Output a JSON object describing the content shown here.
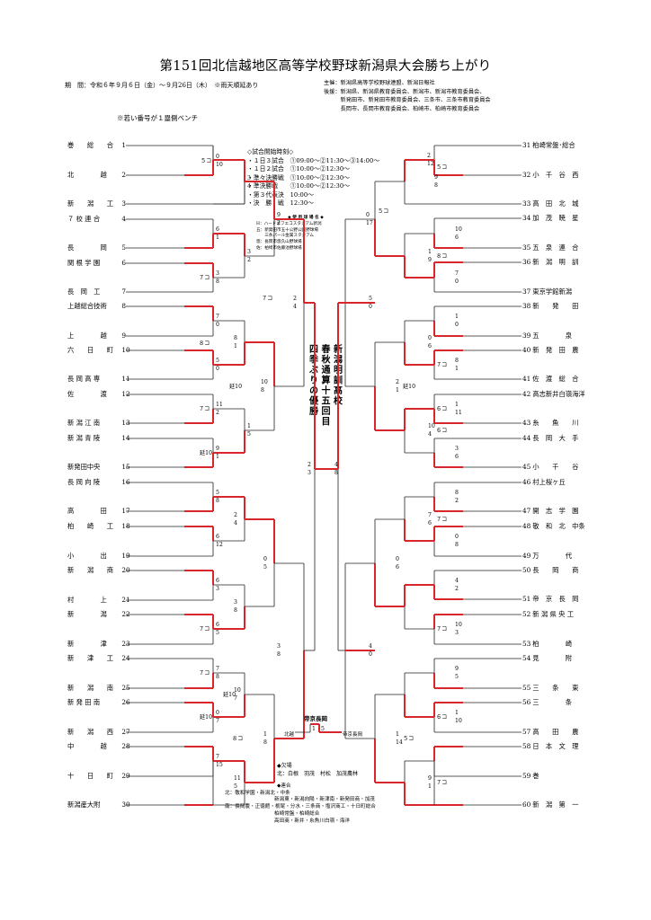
{
  "title": "第151回北信越地区高等学校野球新潟県大会勝ち上がり",
  "period": "期　間：令和６年９月６日（金）～９月26日（木）　※雨天順延あり",
  "organizers": {
    "host": "主催：新潟県高等学校野球連盟、新潟日報社",
    "support_lines": [
      "後援：新潟県、新潟県教育委員会、新潟市、新潟市教育委員会、",
      "　　　新発田市、新発田市教育委員会、三条市、三条市教育委員会",
      "　　　長岡市、長岡市教育委員会、柏崎市、柏崎市教育委員会"
    ]
  },
  "bench_note": "※若い番号が１塁側ベンチ",
  "schedule": {
    "heading": "◇試合開始時刻◇",
    "lines": [
      "・１日３試合　①09:00～②11:30～③14:00～",
      "・１日２試合　①10:00～②12:30～",
      "・準々決勝戦　①10:00～②12:30～",
      "・準決勝戦　　①10:00～②12:30～",
      "・第３代表決　10:00～",
      "・決　勝　戦　12:30～"
    ]
  },
  "venues": {
    "heading": "◆ 使 用 球 場 名 ◆",
    "lines": [
      "H：ハードオフエコスタジアム新潟",
      "五：新発田市五十公野公園野球場",
      "　　三条パール金属スタジアム",
      "悠：長岡市悠久山野球場",
      "佐：柏崎市佐藤池野球場"
    ]
  },
  "champion_text": [
    "新潟明訓高校",
    "春秋通算十五回目",
    "四季ぶりの優勝"
  ],
  "left_teams": [
    {
      "no": "1",
      "name": "巻　　総　　合"
    },
    {
      "no": "2",
      "name": "北　　　　越"
    },
    {
      "no": "3",
      "name": "新　　潟　　工"
    },
    {
      "no": "4",
      "name": "７ 校 連 合"
    },
    {
      "no": "5",
      "name": "長　　　　岡"
    },
    {
      "no": "6",
      "name": "関 根 学 園"
    },
    {
      "no": "7",
      "name": "長　岡　工"
    },
    {
      "no": "8",
      "name": "上越総合技術"
    },
    {
      "no": "9",
      "name": "上　　　　越"
    },
    {
      "no": "10",
      "name": "六　　日　　町"
    },
    {
      "no": "11",
      "name": "長 岡 高 専"
    },
    {
      "no": "12",
      "name": "佐　　　　渡"
    },
    {
      "no": "13",
      "name": "新 潟 江 南"
    },
    {
      "no": "14",
      "name": "新 潟 青 陵"
    },
    {
      "no": "15",
      "name": "新発田中央"
    },
    {
      "no": "16",
      "name": "長 岡 向 陵"
    },
    {
      "no": "17",
      "name": "高　　　　田"
    },
    {
      "no": "18",
      "name": "柏　　崎　　工"
    },
    {
      "no": "19",
      "name": "小　　　　出"
    },
    {
      "no": "20",
      "name": "新　　潟　　商"
    },
    {
      "no": "21",
      "name": "村　　　　上"
    },
    {
      "no": "22",
      "name": "新　　　　潟"
    },
    {
      "no": "23",
      "name": "新　　　　津"
    },
    {
      "no": "24",
      "name": "新　　津　　工"
    },
    {
      "no": "25",
      "name": "新　　潟　　南"
    },
    {
      "no": "26",
      "name": "新 発 田 南"
    },
    {
      "no": "27",
      "name": "新　　潟　　西"
    },
    {
      "no": "28",
      "name": "中　　　　越"
    },
    {
      "no": "29",
      "name": "十　　日　　町"
    },
    {
      "no": "30",
      "name": "新潟産大附"
    }
  ],
  "right_teams": [
    {
      "no": "31",
      "name": "柏崎常盤･総合"
    },
    {
      "no": "32",
      "name": "小　千　谷　西"
    },
    {
      "no": "33",
      "name": "高　田　北　城"
    },
    {
      "no": "34",
      "name": "加　茂　暁　星"
    },
    {
      "no": "35",
      "name": "五　泉　連　合"
    },
    {
      "no": "36",
      "name": "新　潟　明　訓"
    },
    {
      "no": "37",
      "name": "東京学館新潟"
    },
    {
      "no": "38",
      "name": "新　　発　　田"
    },
    {
      "no": "39",
      "name": "五　　　　泉"
    },
    {
      "no": "40",
      "name": "新　発　田　農"
    },
    {
      "no": "41",
      "name": "佐　渡　総　合"
    },
    {
      "no": "42",
      "name": "高志新井白嶺海洋"
    },
    {
      "no": "43",
      "name": "糸　　魚　　川"
    },
    {
      "no": "44",
      "name": "長　岡　大　手"
    },
    {
      "no": "45",
      "name": "小　　千　　谷"
    },
    {
      "no": "46",
      "name": "村上桜ヶ丘"
    },
    {
      "no": "47",
      "name": "開　志　学　園"
    },
    {
      "no": "48",
      "name": "敬　和　北　中条"
    },
    {
      "no": "49",
      "name": "万　　　　代"
    },
    {
      "no": "50",
      "name": "長　　岡　　商"
    },
    {
      "no": "51",
      "name": "帝　京　長　岡"
    },
    {
      "no": "52",
      "name": "新 潟 県 央 工"
    },
    {
      "no": "53",
      "name": "柏　　　　崎"
    },
    {
      "no": "54",
      "name": "見　　　　附"
    },
    {
      "no": "55",
      "name": "三　　条　　東"
    },
    {
      "no": "56",
      "name": "三　　　　条"
    },
    {
      "no": "57",
      "name": "高　　田　　農"
    },
    {
      "no": "58",
      "name": "日　本　文　理"
    },
    {
      "no": "59",
      "name": "巻"
    },
    {
      "no": "60",
      "name": "新　潟　第　一"
    }
  ],
  "left_notes": [
    "５コ",
    "７コ",
    "８コ",
    "延10",
    "７コ",
    "延10",
    "７コ",
    "７コ",
    "７コ",
    "延10",
    "８コ",
    "７コ"
  ],
  "right_notes": [
    "５コ",
    "５コ",
    "８コ",
    "７コ",
    "延10",
    "６コ",
    "７コ",
    "７コ",
    "６コ",
    "５コ",
    "７コ"
  ],
  "third_place": {
    "label": "帝京長岡",
    "left_team": "北越",
    "right_team": "帝京長岡",
    "scores": [
      "1",
      "5"
    ]
  },
  "rain_note": {
    "heading": "◆欠場",
    "line": "北：白根　羽茂　村松　加茂農林"
  },
  "alliance": {
    "heading": "◆連合",
    "lines": [
      "北：敬和学園・新潟北・中条",
      "新潟東・新潟向陽・新津南・新発田商・加茂",
      "南：長岡農・正徳館・栃尾・分水・三条商・塩沢商工・十日町総合",
      "柏崎常盤・柏崎総合",
      "高田商・新井・糸魚川白嶺・海洋"
    ]
  },
  "scores": [
    {
      "id": "L1",
      "v": [
        "0",
        "10"
      ]
    },
    {
      "id": "L2",
      "v": [
        "6",
        "1"
      ]
    },
    {
      "id": "L3",
      "v": [
        "3",
        "8"
      ]
    },
    {
      "id": "L4",
      "v": [
        "7",
        "0"
      ]
    },
    {
      "id": "L5",
      "v": [
        "5",
        "0"
      ]
    },
    {
      "id": "L6",
      "v": [
        "11",
        "2"
      ]
    },
    {
      "id": "L7",
      "v": [
        "9",
        "1"
      ]
    },
    {
      "id": "L8",
      "v": [
        "5",
        "8"
      ]
    },
    {
      "id": "L9",
      "v": [
        "6",
        "12"
      ]
    },
    {
      "id": "L10",
      "v": [
        "6",
        "3"
      ]
    },
    {
      "id": "L11",
      "v": [
        "6",
        "5"
      ]
    },
    {
      "id": "L12",
      "v": [
        "7",
        "8"
      ]
    },
    {
      "id": "L13",
      "v": [
        "0",
        "7"
      ]
    },
    {
      "id": "L14",
      "v": [
        "7",
        "15"
      ]
    },
    {
      "id": "L15",
      "v": [
        "4",
        "1"
      ]
    },
    {
      "id": "L16",
      "v": [
        "11",
        "5"
      ]
    },
    {
      "id": "L17",
      "v": [
        "3",
        "4"
      ]
    },
    {
      "id": "L18",
      "v": [
        "3",
        "2"
      ]
    },
    {
      "id": "L19",
      "v": [
        "8",
        "1"
      ]
    },
    {
      "id": "L20",
      "v": [
        "1",
        "5"
      ]
    },
    {
      "id": "L21",
      "v": [
        "2",
        "4"
      ]
    },
    {
      "id": "L22",
      "v": [
        "3",
        "8"
      ]
    },
    {
      "id": "L23",
      "v": [
        "10",
        "7"
      ]
    },
    {
      "id": "L24",
      "v": [
        "1",
        "8"
      ]
    },
    {
      "id": "L25",
      "v": [
        "9",
        "2"
      ]
    },
    {
      "id": "L26",
      "v": [
        "10",
        "8"
      ]
    },
    {
      "id": "L27",
      "v": [
        "2",
        "4"
      ]
    },
    {
      "id": "L28",
      "v": [
        "0",
        "5"
      ]
    },
    {
      "id": "L29",
      "v": [
        "3",
        "8"
      ]
    },
    {
      "id": "R1",
      "v": [
        "2",
        "12"
      ]
    },
    {
      "id": "R2",
      "v": [
        "9",
        "8"
      ]
    },
    {
      "id": "R3",
      "v": [
        "10",
        "6"
      ]
    },
    {
      "id": "R4",
      "v": [
        "1",
        "9"
      ]
    },
    {
      "id": "R5",
      "v": [
        "7",
        "0"
      ]
    },
    {
      "id": "R6",
      "v": [
        "1",
        "0"
      ]
    },
    {
      "id": "R7",
      "v": [
        "8",
        "1"
      ]
    },
    {
      "id": "R8",
      "v": [
        "1",
        "11"
      ]
    },
    {
      "id": "R9",
      "v": [
        "10",
        "4"
      ]
    },
    {
      "id": "R10",
      "v": [
        "3",
        "6"
      ]
    },
    {
      "id": "R11",
      "v": [
        "8",
        "2"
      ]
    },
    {
      "id": "R12",
      "v": [
        "7",
        "6"
      ]
    },
    {
      "id": "R13",
      "v": [
        "0",
        "8"
      ]
    },
    {
      "id": "R14",
      "v": [
        "4",
        "2"
      ]
    },
    {
      "id": "R15",
      "v": [
        "10",
        "3"
      ]
    },
    {
      "id": "R16",
      "v": [
        "9",
        "5"
      ]
    },
    {
      "id": "R17",
      "v": [
        "1",
        "10"
      ]
    },
    {
      "id": "R18",
      "v": [
        "14",
        "5"
      ]
    },
    {
      "id": "R19",
      "v": [
        "0",
        "6"
      ]
    },
    {
      "id": "R20",
      "v": [
        "9",
        "1"
      ]
    },
    {
      "id": "R21",
      "v": [
        "0",
        "17"
      ]
    },
    {
      "id": "R22",
      "v": [
        "2",
        "1"
      ]
    },
    {
      "id": "R23",
      "v": [
        "0",
        "6"
      ]
    },
    {
      "id": "R24",
      "v": [
        "1",
        "14"
      ]
    },
    {
      "id": "R25",
      "v": [
        "5",
        "0"
      ]
    },
    {
      "id": "R26",
      "v": [
        "4",
        "0"
      ]
    },
    {
      "id": "F1",
      "v": [
        "2",
        "3"
      ]
    },
    {
      "id": "F2",
      "v": [
        "4",
        "8"
      ]
    }
  ]
}
